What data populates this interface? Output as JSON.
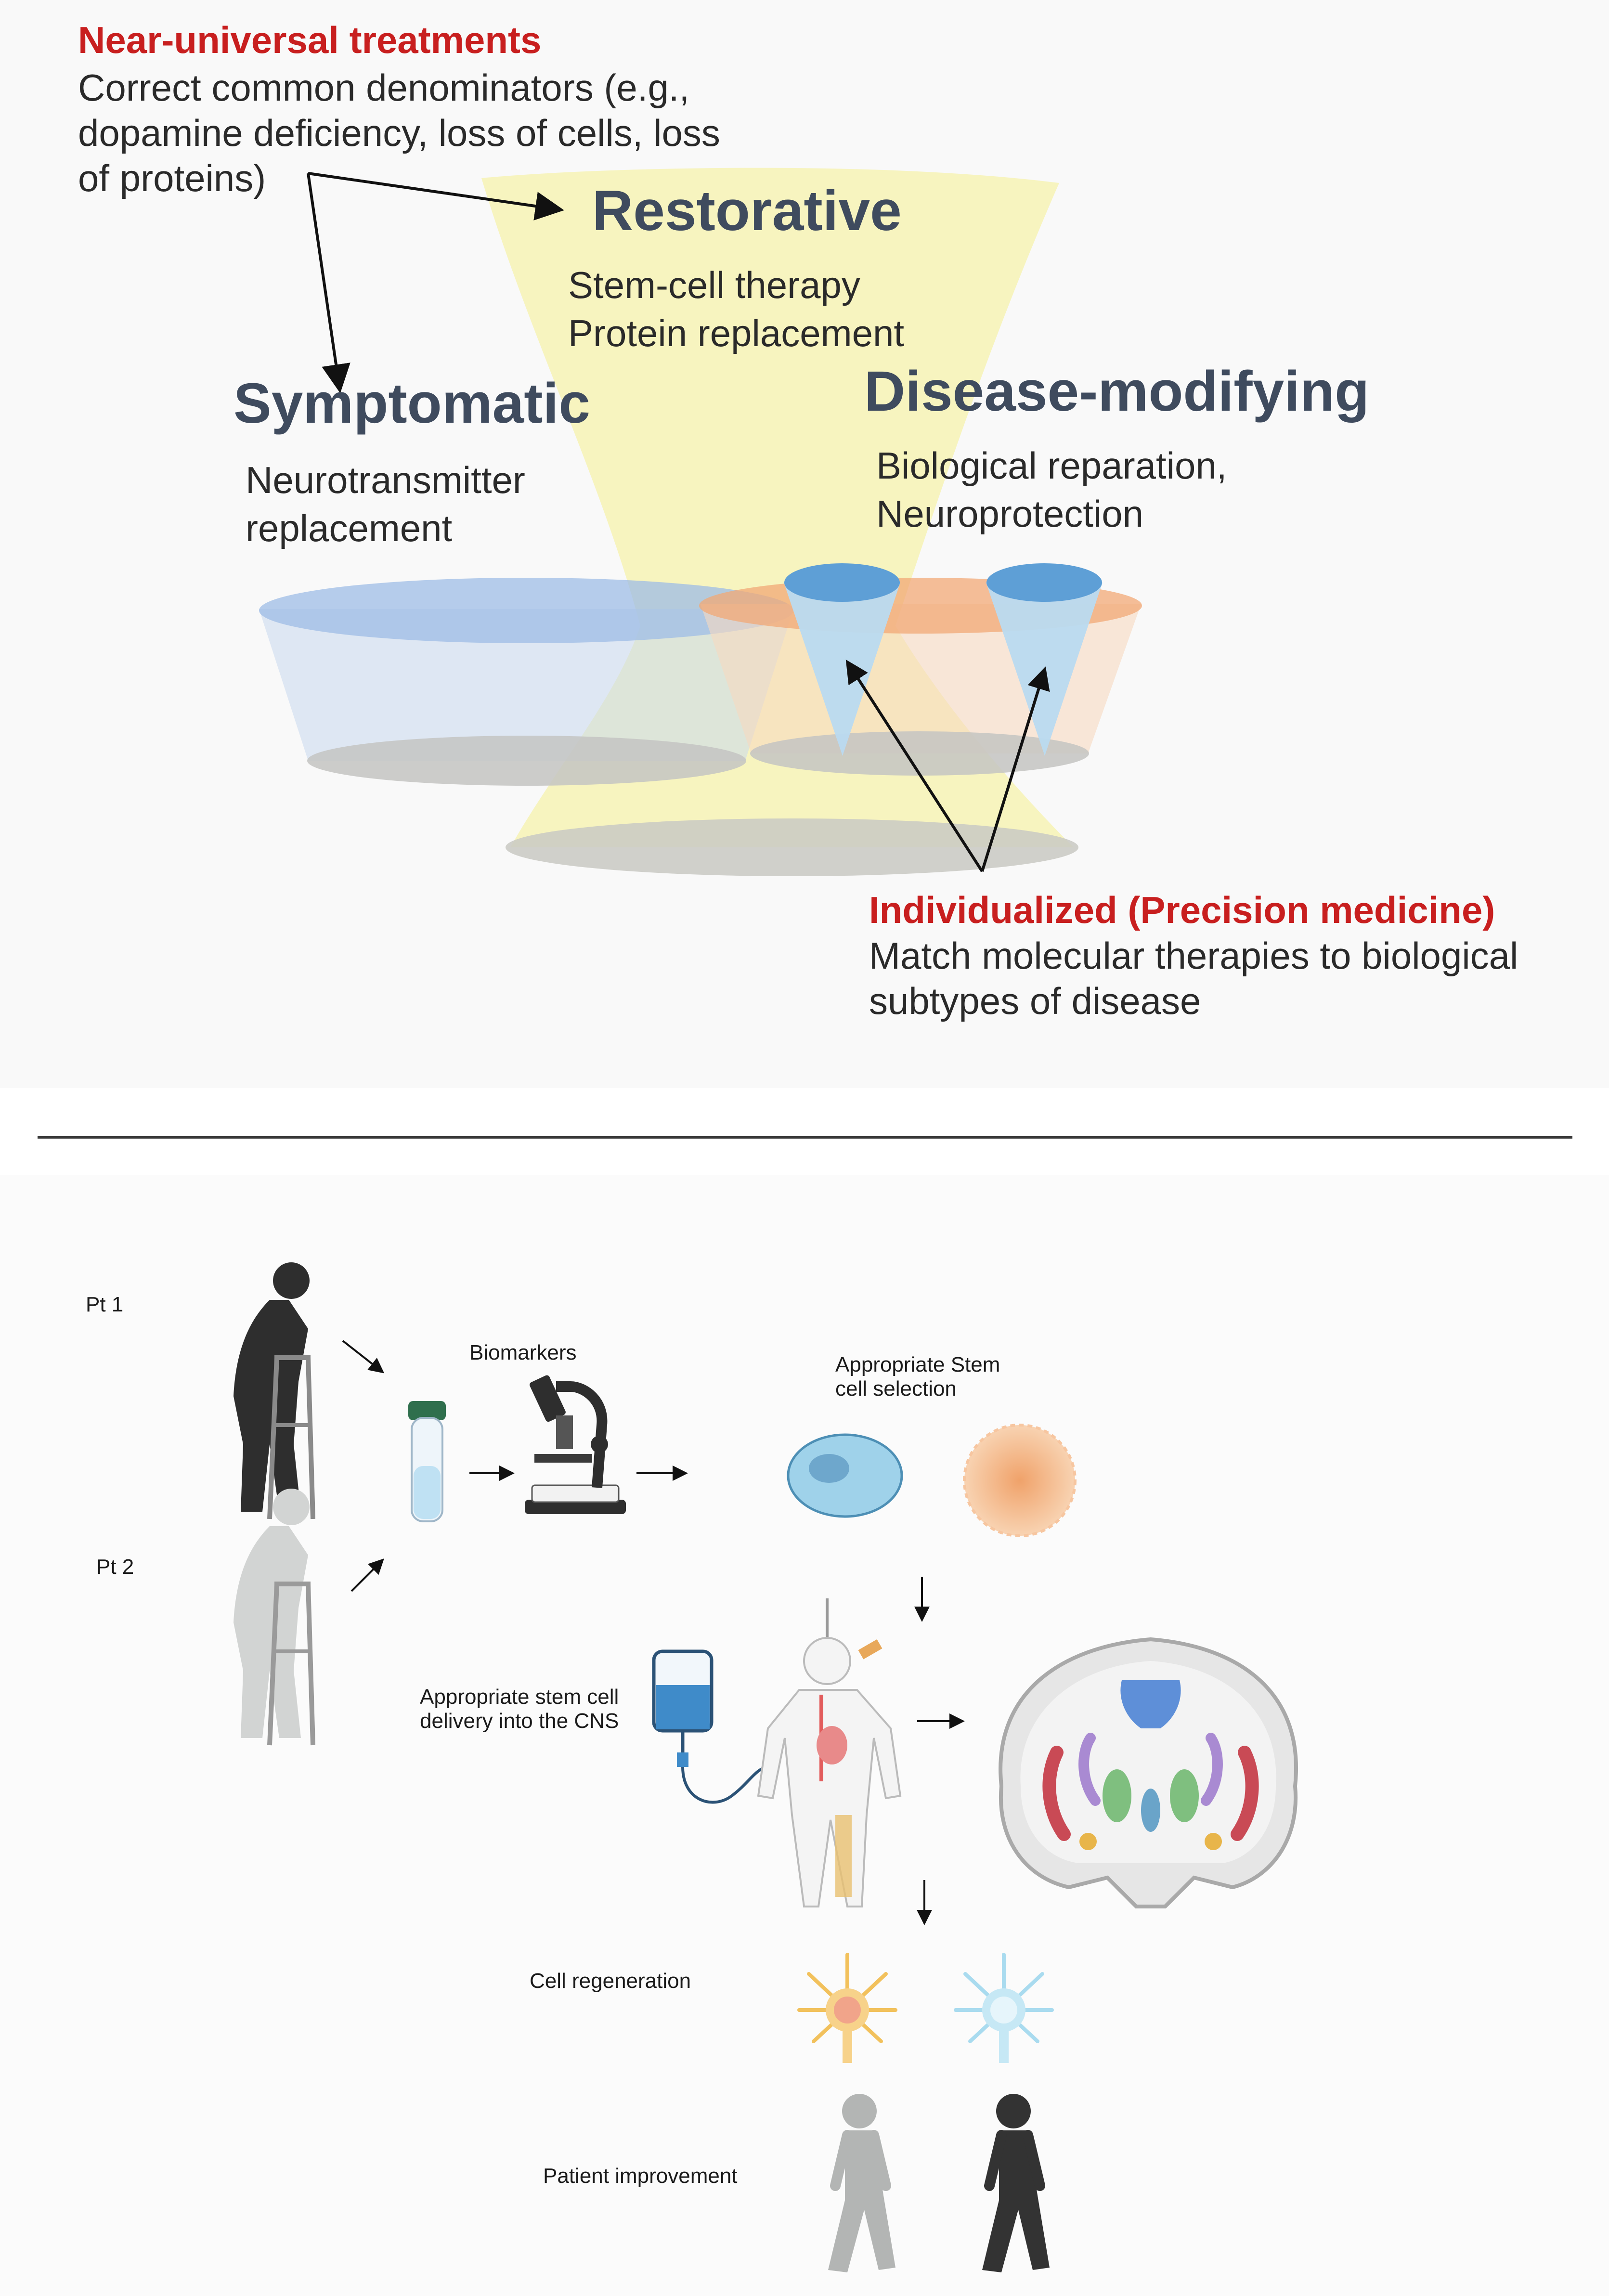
{
  "top": {
    "near_universal": {
      "title": "Near-universal treatments",
      "description": "Correct common denominators (e.g., dopamine deficiency, loss of cells, loss of proteins)"
    },
    "restorative": {
      "title": "Restorative",
      "items": [
        "Stem-cell therapy",
        "Protein replacement"
      ]
    },
    "symptomatic": {
      "title": "Symptomatic",
      "items": [
        "Neurotransmitter",
        "replacement"
      ]
    },
    "disease_modifying": {
      "title": "Disease-modifying",
      "items": [
        "Biological reparation,",
        "Neuroprotection"
      ]
    },
    "individualized": {
      "title": "Individualized (Precision medicine)",
      "description": "Match molecular therapies to biological subtypes of disease"
    }
  },
  "bottom": {
    "patient_1": "Pt 1",
    "patient_2": "Pt 2",
    "biomarkers": "Biomarkers",
    "stem_cell_selection": "Appropriate Stem cell selection",
    "stem_cell_delivery": "Appropriate stem cell delivery into the CNS",
    "cell_regeneration": "Cell regeneration",
    "patient_improvement": "Patient improvement"
  },
  "colors": {
    "red_heading": "#c81f1f",
    "category_heading": "#3f4b5e",
    "restorative_cone": "#f7f3b5",
    "symptomatic_cone": "#c9d8ee",
    "disease_modifying_cone": "#f6c9a6",
    "precision_cone": "#b9daf0"
  }
}
